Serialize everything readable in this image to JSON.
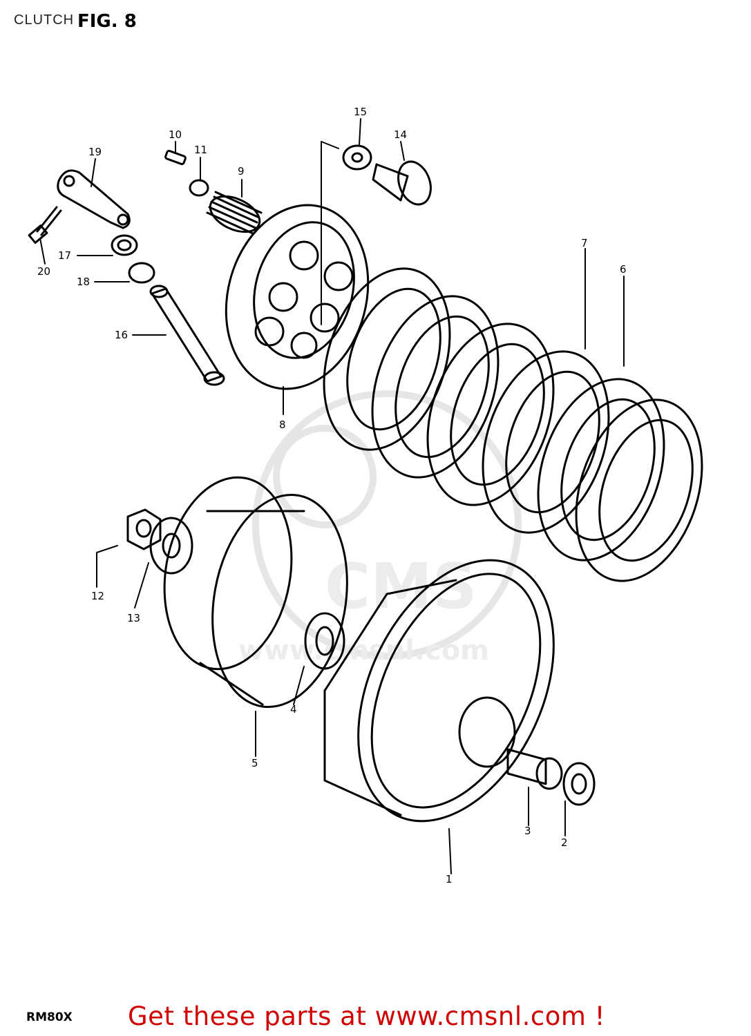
{
  "header": {
    "section": "CLUTCH",
    "figure": "FIG. 8"
  },
  "model": "RM80X",
  "footer_link": "Get these parts at www.cmsnl.com !",
  "watermark": {
    "brand": "CMS",
    "url": "www.cmsnl.com"
  },
  "callouts": [
    "1",
    "2",
    "3",
    "4",
    "5",
    "6",
    "7",
    "8",
    "9",
    "10",
    "11",
    "12",
    "13",
    "14",
    "15",
    "16",
    "17",
    "18",
    "19",
    "20"
  ],
  "colors": {
    "footer": "#d00000",
    "ink": "#000000",
    "watermark": "#e6e6e6"
  }
}
